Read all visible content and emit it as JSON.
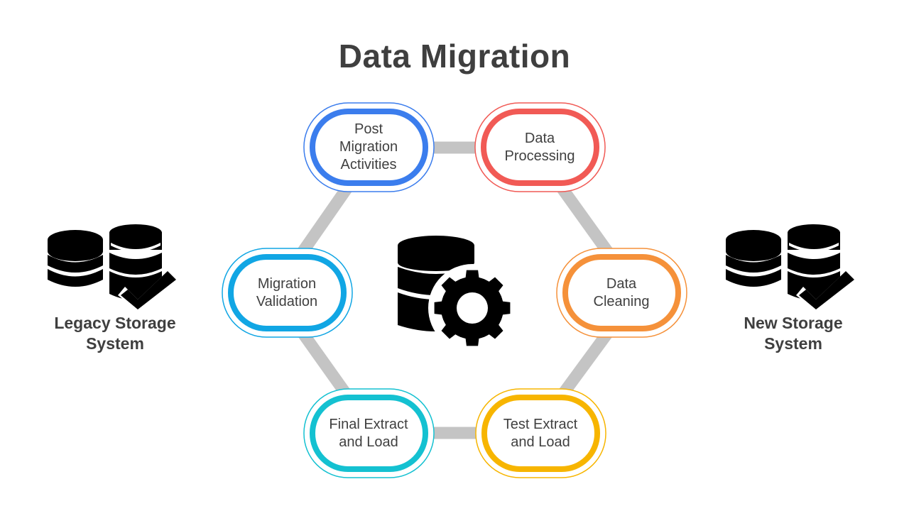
{
  "title": "Data Migration",
  "left_system": {
    "line1": "Legacy Storage",
    "line2": "System",
    "icon": "database-check-icon"
  },
  "right_system": {
    "line1": "New Storage",
    "line2": "System",
    "icon": "database-check-icon"
  },
  "center_icon": "database-gear-icon",
  "connector_color": "#c4c4c4",
  "steps": [
    {
      "lines": [
        "Post",
        "Migration",
        "Activities"
      ],
      "color": "#3b7ded"
    },
    {
      "lines": [
        "Data",
        "Processing"
      ],
      "color": "#f15a55"
    },
    {
      "lines": [
        "Data",
        "Cleaning"
      ],
      "color": "#f5913a"
    },
    {
      "lines": [
        "Test Extract",
        "and Load"
      ],
      "color": "#f7b500"
    },
    {
      "lines": [
        "Final Extract",
        "and Load"
      ],
      "color": "#14c1d1"
    },
    {
      "lines": [
        "Migration",
        "Validation"
      ],
      "color": "#11a6e4"
    }
  ]
}
